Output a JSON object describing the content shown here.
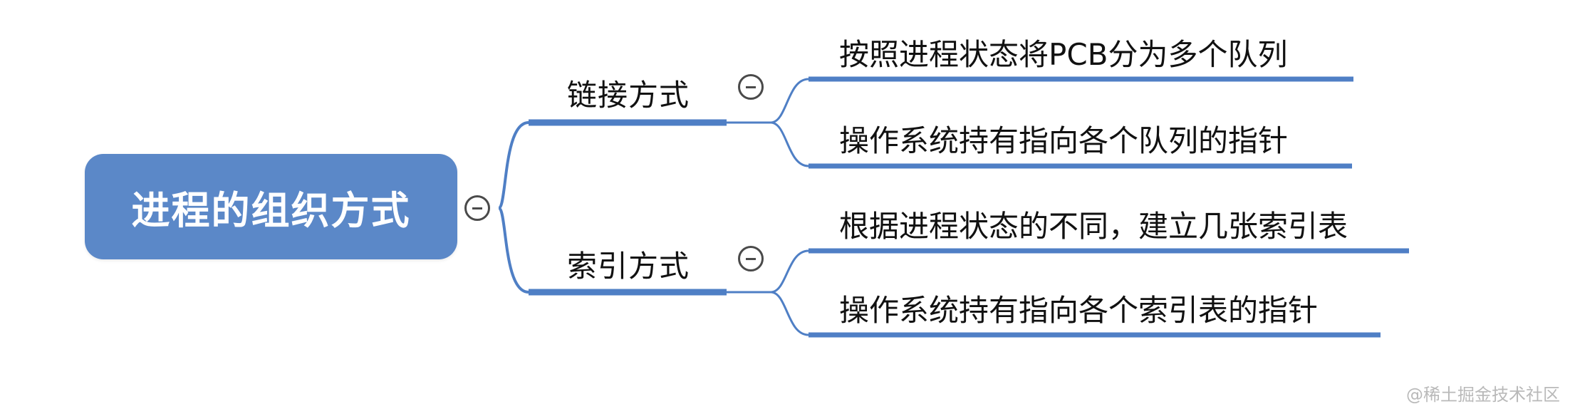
{
  "mindmap": {
    "root": {
      "label": "进程的组织方式"
    },
    "branches": [
      {
        "label": "链接方式",
        "children": [
          {
            "label": "按照进程状态将PCB分为多个队列"
          },
          {
            "label": "操作系统持有指向各个队列的指针"
          }
        ]
      },
      {
        "label": "索引方式",
        "children": [
          {
            "label": "根据进程状态的不同，建立几张索引表"
          },
          {
            "label": "操作系统持有指向各个索引表的指针"
          }
        ]
      }
    ]
  },
  "colors": {
    "root_fill": "#5b88c8",
    "connector": "#4f7fc5",
    "toggle": "#4a4a4a"
  },
  "watermark": "@稀土掘金技术社区"
}
